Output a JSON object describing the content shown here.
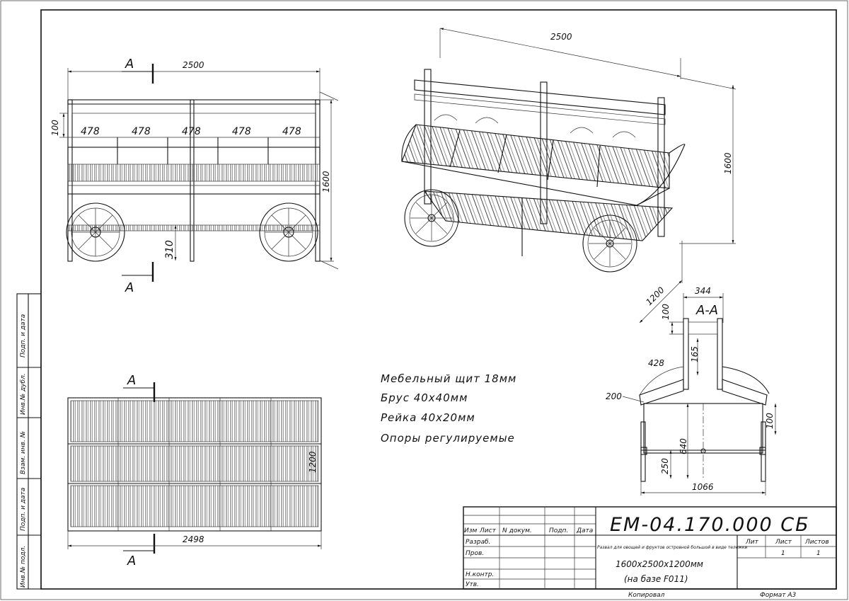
{
  "front_view": {
    "overall_width": "2500",
    "top_height": "100",
    "height": "1600",
    "bottom_offset": "310",
    "compartments": [
      "478",
      "478",
      "478",
      "478",
      "478"
    ],
    "section_mark": "A"
  },
  "plan_view": {
    "width": "2498",
    "depth": "1200",
    "section_mark": "A"
  },
  "iso_view": {
    "length": "2500",
    "height": "1600",
    "depth": "1200"
  },
  "section_view": {
    "title": "А-А",
    "top_width": "344",
    "top_height": "100",
    "post_height": "165",
    "shelf_width": "428",
    "edge": "200",
    "side_height": "100",
    "height_640": "640",
    "height_250": "250",
    "base_width": "1066"
  },
  "notes": [
    "Мебельный щит 18мм",
    "Брус 40х40мм",
    "Рейка 40х20мм",
    "Опоры регулируемые"
  ],
  "side_stamp": [
    "Подп. и дата",
    "Инв.№ дубл.",
    "Взам. инв. №",
    "Подп. и дата",
    "Инв.№ подл."
  ],
  "title_block": {
    "designation": "ЕМ-04.170.000 СБ",
    "description": "Развал для овощей и фруктов островной большой в виде тележки",
    "size": "1600х2500х1200мм",
    "base": "(на базе F011)",
    "header_cols": [
      "Изм",
      "Лист",
      "N докум.",
      "Подп.",
      "Дата"
    ],
    "roles": [
      "Разраб.",
      "Пров.",
      "",
      "Н.контр.",
      "Утв."
    ],
    "lit_label": "Лит",
    "sheet_label": "Лист",
    "sheets_label": "Листов",
    "sheet_value": "1",
    "sheets_value": "1",
    "copied": "Копировал",
    "format": "Формат А3"
  }
}
